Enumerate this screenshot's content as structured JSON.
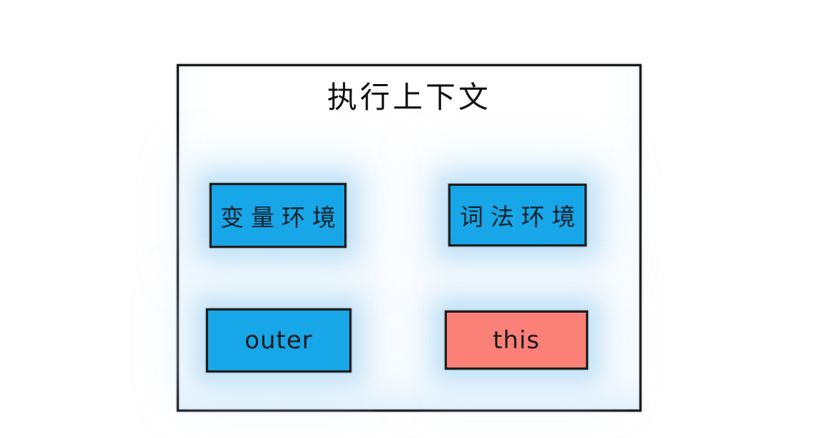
{
  "diagram": {
    "title": "执行上下文",
    "boxes": [
      {
        "id": "variable-environment",
        "label": "变量环境",
        "color": "#17A6E7"
      },
      {
        "id": "lexical-environment",
        "label": "词法环境",
        "color": "#17A6E7"
      },
      {
        "id": "outer",
        "label": "outer",
        "color": "#17A6E7"
      },
      {
        "id": "this",
        "label": "this",
        "color": "#FA8078"
      }
    ],
    "colors": {
      "box_blue": "#17A6E7",
      "box_red": "#FA8078",
      "border": "#1C1C1C",
      "glow": "#CDE8FA",
      "background": "#FFFFFF",
      "text": "#111111"
    }
  }
}
